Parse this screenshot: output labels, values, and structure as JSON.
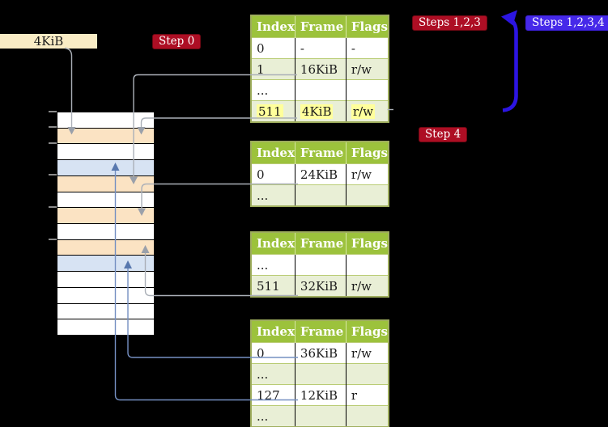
{
  "frame_label": {
    "text": "4KiB"
  },
  "badges": {
    "step0": "Step 0",
    "steps123": "Steps 1,2,3",
    "steps1234": "Steps 1,2,3,4",
    "step4": "Step 4"
  },
  "tables": {
    "headers": [
      "Index",
      "Frame",
      "Flags"
    ],
    "list": [
      {
        "name": "page-table-1",
        "rows": [
          [
            "0",
            "-",
            "-"
          ],
          [
            "1",
            "16KiB",
            "r/w"
          ],
          [
            "...",
            "",
            ""
          ],
          [
            "511",
            "4KiB",
            "r/w"
          ]
        ],
        "highlight_row": 3
      },
      {
        "name": "page-table-2",
        "rows": [
          [
            "0",
            "24KiB",
            "r/w"
          ],
          [
            "...",
            "",
            ""
          ]
        ],
        "highlight_row": null
      },
      {
        "name": "page-table-3",
        "rows": [
          [
            "...",
            "",
            ""
          ],
          [
            "511",
            "32KiB",
            "r/w"
          ]
        ],
        "highlight_row": null
      },
      {
        "name": "page-table-4",
        "rows": [
          [
            "0",
            "36KiB",
            "r/w"
          ],
          [
            "...",
            "",
            ""
          ],
          [
            "127",
            "12KiB",
            "r"
          ],
          [
            "...",
            "",
            ""
          ]
        ],
        "highlight_row": null
      }
    ]
  },
  "memory": {
    "row_colors": [
      "white",
      "orange",
      "white",
      "blue",
      "orange",
      "white",
      "orange",
      "white",
      "orange",
      "blue",
      "white",
      "white",
      "white",
      "white"
    ]
  },
  "colors": {
    "background": "#000000",
    "frame_label_bg": "#f9ecc5",
    "badge_red": "#ad0e24",
    "badge_blue": "#4629e9",
    "loop_arrow_blue": "#2c15e2",
    "table_header_green": "#9cc23c",
    "table_border_olive": "#9fae5e",
    "table_alt_row": "#e9efd6",
    "highlight_yellow": "#ffff9b",
    "mem_orange": "#fbe3c3",
    "mem_blue": "#d7e3f3",
    "grey_connector": "#abb0b8",
    "blue_connector": "#7590c2"
  }
}
